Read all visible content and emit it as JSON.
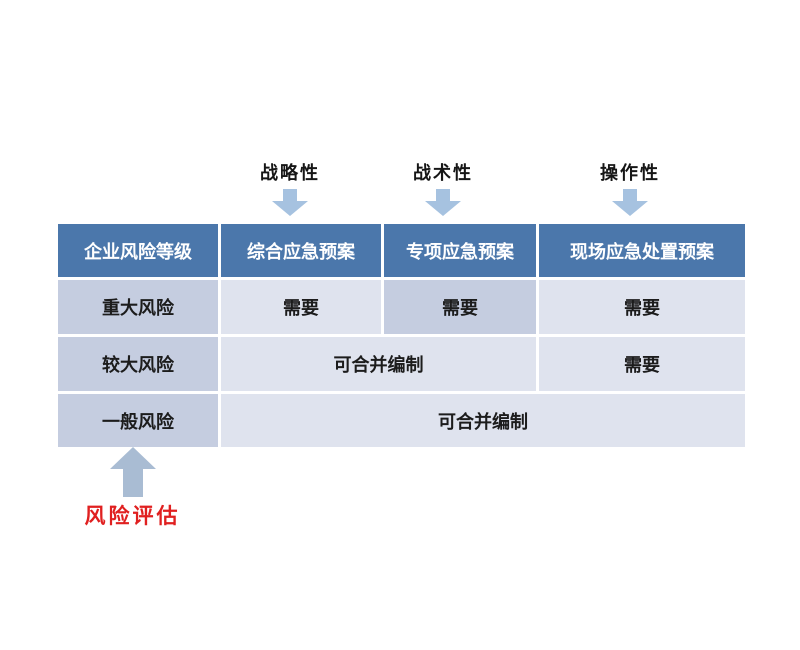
{
  "colors": {
    "header-bg": "#4b77ab",
    "level-bg": "#c5cde0",
    "cell-bg": "#dfe3ee",
    "arrow-blue": "#a6c2e0",
    "arrow-gray-blue": "#a9bcd3",
    "accent-red": "#e02020",
    "text-dark": "#1c1c1c",
    "header-text": "#ffffff"
  },
  "top_annotations": [
    {
      "label": "战略性"
    },
    {
      "label": "战术性"
    },
    {
      "label": "操作性"
    }
  ],
  "table": {
    "header": {
      "risk_level": "企业风险等级",
      "comprehensive_plan": "综合应急预案",
      "special_plan": "专项应急预案",
      "onsite_plan": "现场应急处置预案"
    },
    "rows": [
      {
        "level": "重大风险",
        "cells": [
          {
            "text": "需要"
          },
          {
            "text": "需要"
          },
          {
            "text": "需要"
          }
        ]
      },
      {
        "level": "较大风险",
        "cells": [
          {
            "text": "可合并编制"
          },
          {
            "text": "需要"
          }
        ]
      },
      {
        "level": "一般风险",
        "cells": [
          {
            "text": "可合并编制"
          }
        ]
      }
    ]
  },
  "bottom_annotation": {
    "label": "风险评估"
  }
}
